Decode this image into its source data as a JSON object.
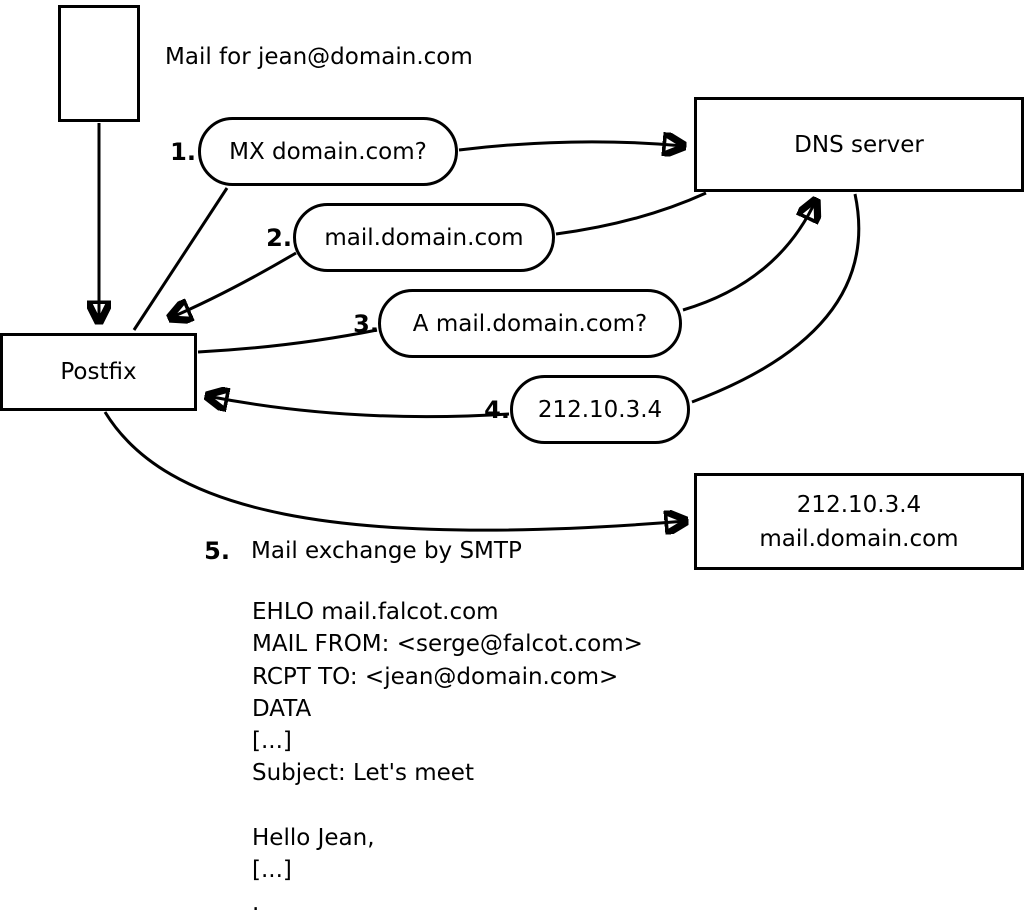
{
  "colors": {
    "ink": "#000000",
    "background": "#ffffff"
  },
  "title": "Mail for jean@domain.com",
  "nodes": {
    "postfix": {
      "label": "Postfix"
    },
    "dns": {
      "label": "DNS server"
    },
    "mail_server": {
      "line1": "212.10.3.4",
      "line2": "mail.domain.com"
    }
  },
  "steps": [
    {
      "num": "1.",
      "label": "MX domain.com?"
    },
    {
      "num": "2.",
      "label": "mail.domain.com"
    },
    {
      "num": "3.",
      "label": "A mail.domain.com?"
    },
    {
      "num": "4.",
      "label": "212.10.3.4"
    },
    {
      "num": "5.",
      "label": "Mail exchange by SMTP"
    }
  ],
  "smtp_transcript": [
    "EHLO mail.falcot.com",
    "MAIL FROM: <serge@falcot.com>",
    "RCPT TO: <jean@domain.com>",
    "DATA",
    "[...]",
    "Subject: Let's meet",
    "",
    "Hello Jean,",
    "[...]",
    "."
  ]
}
